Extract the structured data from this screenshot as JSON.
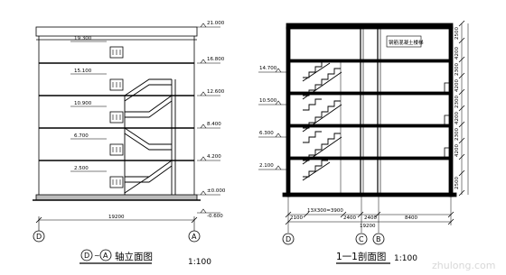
{
  "left_view": {
    "axis_start": "D",
    "axis_end": "A",
    "title_sep": "~",
    "title_text": "轴立面图",
    "scale": "1:100",
    "span": "19200",
    "levels_right": [
      "21.000",
      "16.800",
      "12.600",
      "8.400",
      "4.200",
      "±0.000",
      "-0.600"
    ],
    "levels_left": [
      "19.300",
      "15.100",
      "10.900",
      "6.700",
      "2.500"
    ]
  },
  "right_view": {
    "title": "1一1剖面图",
    "scale": "1:100",
    "axis_labels": [
      "D",
      "C",
      "B"
    ],
    "levels": [
      "14.700",
      "10.500",
      "6.300",
      "2.100"
    ],
    "stair_note": "13X300=3900",
    "dims_bottom": [
      "2100",
      "2400",
      "2400",
      "8400"
    ],
    "span": "19200",
    "box_note": "钢筋混凝土楼梯",
    "vertical_dims": [
      "2500",
      "4200",
      "2300",
      "4200",
      "2300",
      "4200",
      "2300",
      "4200",
      "2500"
    ]
  },
  "watermark": "zhulong.com"
}
